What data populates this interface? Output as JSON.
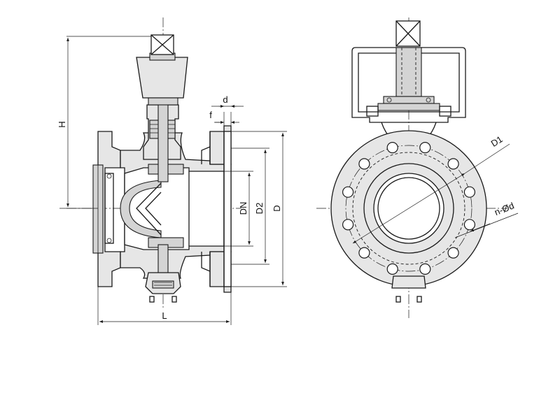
{
  "labels": {
    "height": "H",
    "length": "L",
    "flange_thickness": "d",
    "raised_face": "f",
    "nominal_diameter": "DN",
    "raised_face_diameter": "D2",
    "flange_outer_diameter": "D",
    "bolt_circle_diameter": "D1",
    "bolt_holes": "n-Ød"
  },
  "colors": {
    "line": "#1a1a1a",
    "body_fill": "#e6e6e6",
    "part_fill": "#d4d4d4",
    "background": "#ffffff"
  }
}
